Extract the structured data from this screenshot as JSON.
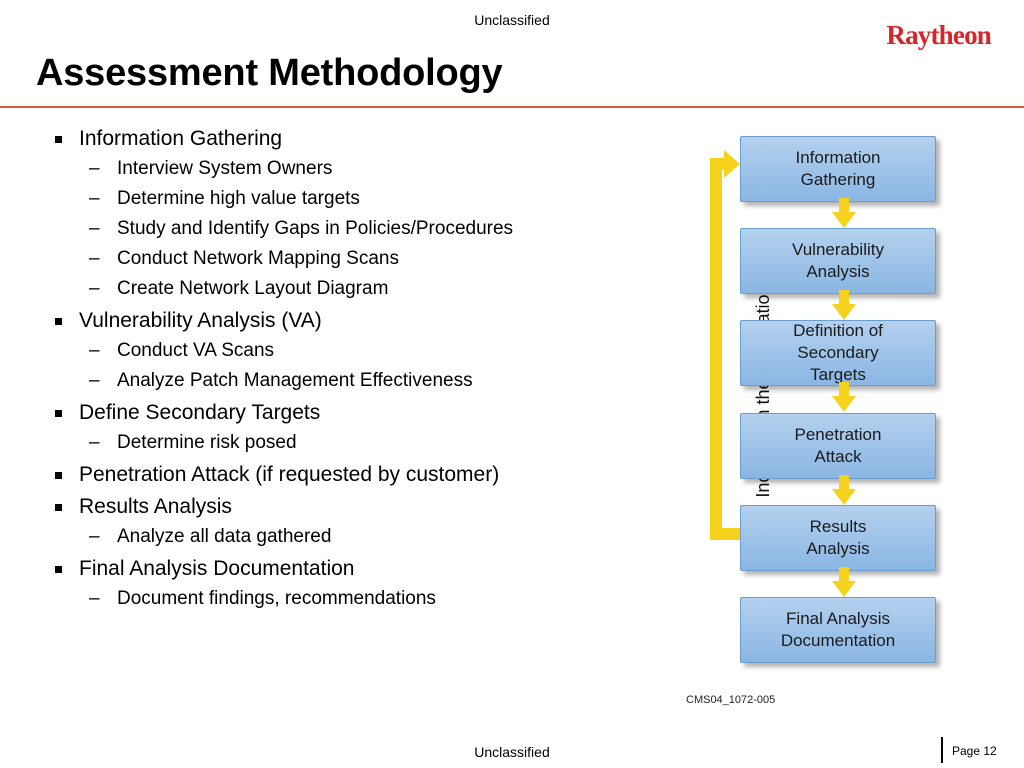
{
  "classification": {
    "top": "Unclassified",
    "bottom": "Unclassified"
  },
  "logo": {
    "text": "Raytheon"
  },
  "title": "Assessment Methodology",
  "bullets": [
    {
      "label": "Information Gathering",
      "subs": [
        "Interview System Owners",
        "Determine high value targets",
        "Study and Identify Gaps in Policies/Procedures",
        "Conduct Network Mapping Scans",
        "Create Network Layout Diagram"
      ]
    },
    {
      "label": "Vulnerability Analysis (VA)",
      "subs": [
        "Conduct VA Scans",
        "Analyze Patch Management Effectiveness"
      ]
    },
    {
      "label": "Define Secondary Targets",
      "subs": [
        "Determine risk posed"
      ]
    },
    {
      "label": "Penetration Attack (if requested by customer)",
      "subs": []
    },
    {
      "label": "Results Analysis",
      "subs": [
        "Analyze all data gathered"
      ]
    },
    {
      "label": "Final Analysis Documentation",
      "subs": [
        "Document findings, recommendations"
      ]
    }
  ],
  "diagram": {
    "boxes": [
      "Information\nGathering",
      "Vulnerability\nAnalysis",
      "Definition of\nSecondary\nTargets",
      "Penetration\nAttack",
      "Results\nAnalysis",
      "Final Analysis\nDocumentation"
    ],
    "side_label": "Increase in the penetration depth",
    "figure_code": "CMS04_1072-005",
    "colors": {
      "box_fill": "#9fc3ea",
      "box_border": "#6a9ccd",
      "arrow": "#f6d21c"
    }
  },
  "footer": {
    "page": "Page 12"
  },
  "colors": {
    "accent_rule": "#e05a2f",
    "logo": "#d7262b"
  }
}
